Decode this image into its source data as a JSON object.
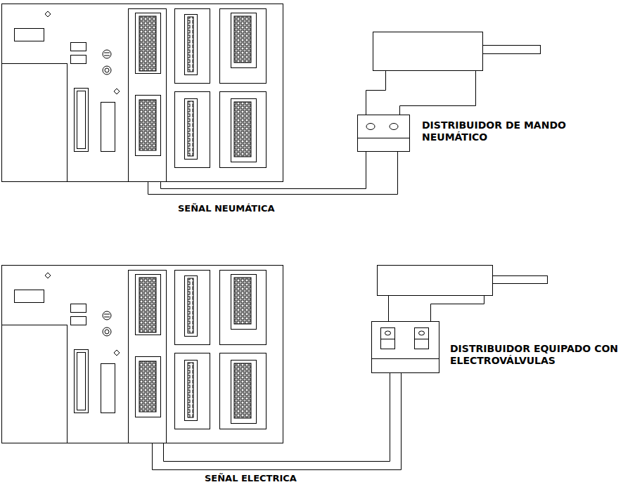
{
  "diagram": {
    "nodes": [
      {
        "text": [
          "DISTRIBUIDOR DE MANDO NEUMÁTICO"
        ]
      },
      {
        "text": [
          "DISTRIBUIDOR EQUIPADO CON ELECTROVÁLVULAS"
        ]
      }
    ],
    "labels": [
      "SEÑAL NEUMÁTICA",
      "SEÑAL ELECTRICA"
    ]
  }
}
